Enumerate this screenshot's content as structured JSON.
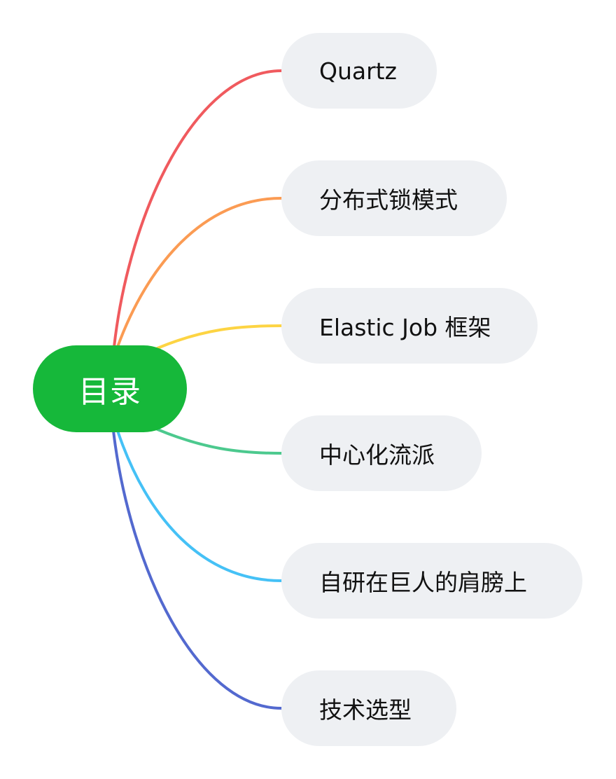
{
  "root": {
    "label": "目录",
    "color": "#16b83a"
  },
  "branches": [
    {
      "label": "Quartz",
      "color": "#f05a5e"
    },
    {
      "label": "分布式锁模式",
      "color": "#fb9b53"
    },
    {
      "label": "Elastic Job 框架",
      "color": "#fdd443"
    },
    {
      "label": "中心化流派",
      "color": "#4cc98e"
    },
    {
      "label": "自研在巨人的肩膀上",
      "color": "#45c1f6"
    },
    {
      "label": "技术选型",
      "color": "#5369cf"
    }
  ],
  "node_background": "#eef0f3"
}
